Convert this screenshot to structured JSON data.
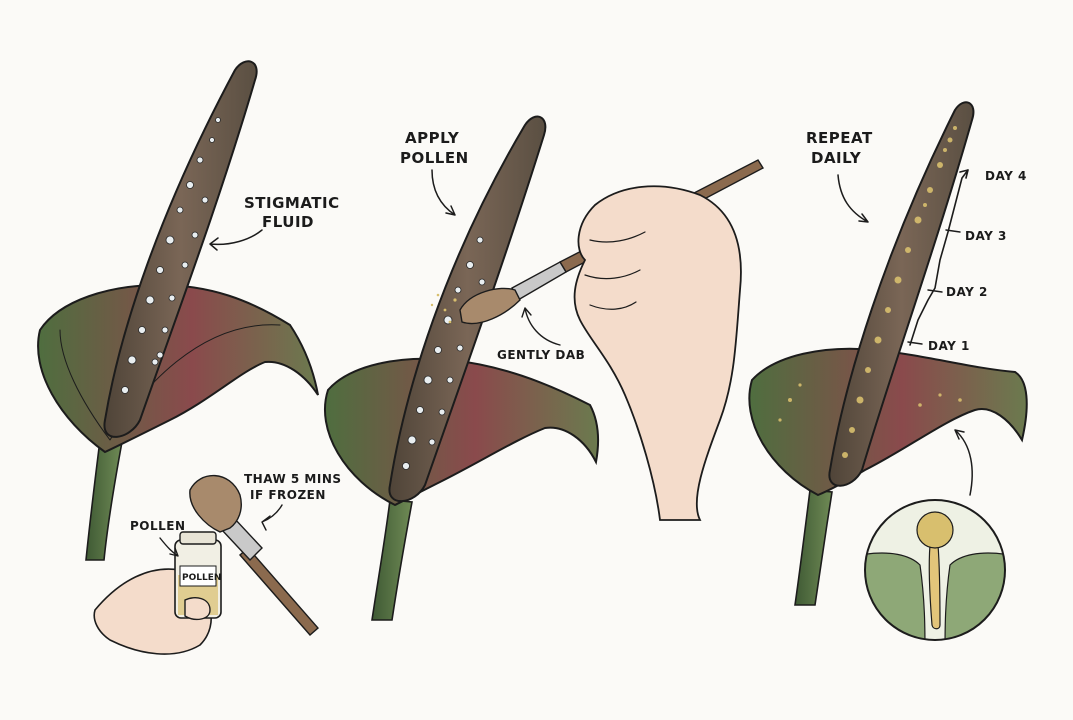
{
  "panel1": {
    "callout": "STIGMATIC FLUID",
    "callout_line1": "STIGMATIC",
    "callout_line2": "FLUID",
    "pollen_label": "POLLEN",
    "vial_label": "POLLEN",
    "brush_note_line1": "THAW 5 MINS",
    "brush_note_line2": "IF FROZEN"
  },
  "panel2": {
    "callout_line1": "APPLY",
    "callout_line2": "POLLEN",
    "dab_label": "GENTLY DAB"
  },
  "panel3": {
    "callout_line1": "REPEAT",
    "callout_line2": "DAILY",
    "days": [
      "DAY 1",
      "DAY 2",
      "DAY 3",
      "DAY 4"
    ]
  },
  "colors": {
    "spathe_green": "#5f7d4b",
    "spathe_red": "#9b4a4f",
    "spadix": "#6a5a4c",
    "pollen": "#d8bf6e",
    "skin": "#f4dccb"
  }
}
